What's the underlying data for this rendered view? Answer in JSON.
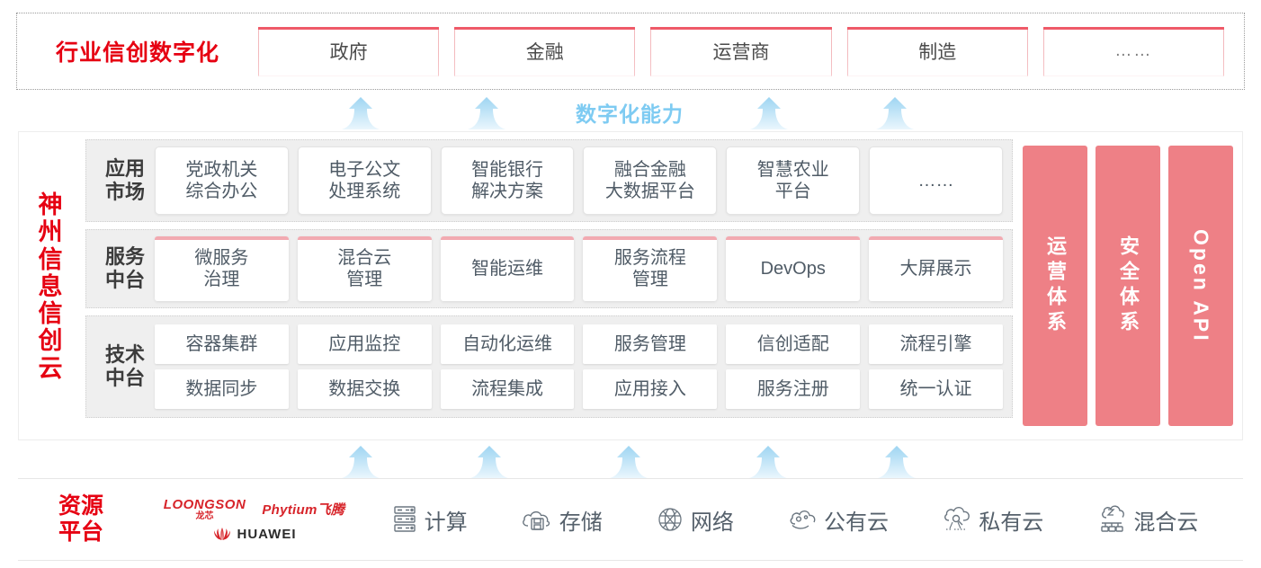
{
  "industry": {
    "title": "行业信创数字化",
    "cards": [
      {
        "label": "政府"
      },
      {
        "label": "金融"
      },
      {
        "label": "运营商"
      },
      {
        "label": "制造"
      },
      {
        "label": "……"
      }
    ]
  },
  "capability": {
    "label": "数字化能力",
    "color": "#7ecbf2",
    "arrow_count": 4
  },
  "cloud": {
    "title_chars": [
      "神",
      "州",
      "信",
      "息",
      "信",
      "创",
      "云"
    ],
    "bands": [
      {
        "label": "应用\n市场",
        "label_lines": [
          "应用",
          "市场"
        ],
        "cards": [
          {
            "lines": [
              "党政机关",
              "综合办公"
            ]
          },
          {
            "lines": [
              "电子公文",
              "处理系统"
            ]
          },
          {
            "lines": [
              "智能银行",
              "解决方案"
            ]
          },
          {
            "lines": [
              "融合金融",
              "大数据平台"
            ]
          },
          {
            "lines": [
              "智慧农业",
              "平台"
            ]
          },
          {
            "lines": [
              "……"
            ]
          }
        ]
      },
      {
        "label_lines": [
          "服务",
          "中台"
        ],
        "cards": [
          {
            "lines": [
              "微服务",
              "治理"
            ]
          },
          {
            "lines": [
              "混合云",
              "管理"
            ]
          },
          {
            "lines": [
              "智能运维"
            ]
          },
          {
            "lines": [
              "服务流程",
              "管理"
            ]
          },
          {
            "lines": [
              "DevOps"
            ]
          },
          {
            "lines": [
              "大屏展示"
            ]
          }
        ]
      },
      {
        "label_lines": [
          "技术",
          "中台"
        ],
        "rows": [
          [
            "容器集群",
            "应用监控",
            "自动化运维",
            "服务管理",
            "信创适配",
            "流程引擎"
          ],
          [
            "数据同步",
            "数据交换",
            "流程集成",
            "应用接入",
            "服务注册",
            "统一认证"
          ]
        ]
      }
    ],
    "pillars": [
      {
        "text": "运营体系",
        "type": "cn"
      },
      {
        "text": "安全体系",
        "type": "cn"
      },
      {
        "text": "Open API",
        "type": "en"
      }
    ],
    "pillar_color": "#ee8086"
  },
  "lower_arrows": {
    "count": 5
  },
  "resource": {
    "title_lines": [
      "资源",
      "平台"
    ],
    "logos": [
      {
        "name": "LOONGSON",
        "sub": "龙芯"
      },
      {
        "name": "Phytium飞腾"
      },
      {
        "name": "HUAWEI"
      }
    ],
    "items": [
      {
        "label": "计算",
        "icon": "server-icon"
      },
      {
        "label": "存储",
        "icon": "storage-cloud-icon"
      },
      {
        "label": "网络",
        "icon": "network-icon"
      },
      {
        "label": "公有云",
        "icon": "public-cloud-icon"
      },
      {
        "label": "私有云",
        "icon": "private-cloud-icon"
      },
      {
        "label": "混合云",
        "icon": "hybrid-cloud-icon"
      }
    ]
  }
}
